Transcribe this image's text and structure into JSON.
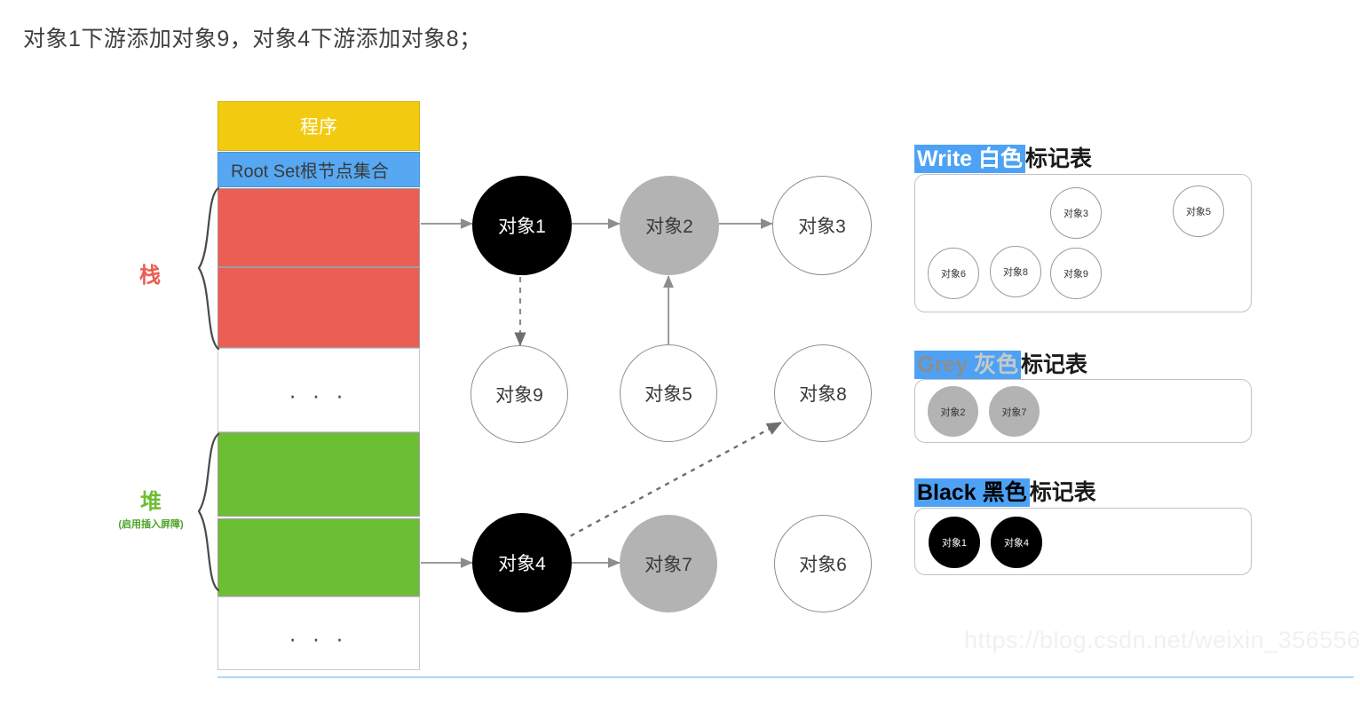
{
  "title": "对象1下游添加对象9，对象4下游添加对象8；",
  "memory_column": {
    "bands": [
      {
        "id": "program",
        "label": "程序",
        "color": "#f2cb11",
        "text_color": "#ffffff"
      },
      {
        "id": "root-set",
        "label": "Root Set根节点集合",
        "color": "#57a8f2",
        "text_color": "#3a3a3a"
      },
      {
        "id": "stack-1",
        "label": "",
        "color": "#ea5e54",
        "text_color": "#ffffff"
      },
      {
        "id": "stack-2",
        "label": "",
        "color": "#ea5e54",
        "text_color": "#ffffff"
      },
      {
        "id": "gap-1",
        "label": ". . .",
        "color": "#ffffff",
        "text_color": "#4a4a4a"
      },
      {
        "id": "heap-1",
        "label": "",
        "color": "#6cbe33",
        "text_color": "#ffffff"
      },
      {
        "id": "heap-2",
        "label": "",
        "color": "#6cbe33",
        "text_color": "#ffffff"
      },
      {
        "id": "gap-2",
        "label": ". . .",
        "color": "#ffffff",
        "text_color": "#4a4a4a"
      }
    ],
    "side_labels": [
      {
        "id": "stack",
        "main": "栈",
        "sub": "",
        "color": "#ea5e54"
      },
      {
        "id": "heap",
        "main": "堆",
        "sub": "(启用插入屏障)",
        "color": "#6cbe33"
      }
    ]
  },
  "graph": {
    "nodes": [
      {
        "id": "obj1",
        "label": "对象1",
        "color": "black"
      },
      {
        "id": "obj2",
        "label": "对象2",
        "color": "grey"
      },
      {
        "id": "obj3",
        "label": "对象3",
        "color": "white"
      },
      {
        "id": "obj9",
        "label": "对象9",
        "color": "white"
      },
      {
        "id": "obj5",
        "label": "对象5",
        "color": "white"
      },
      {
        "id": "obj8",
        "label": "对象8",
        "color": "white"
      },
      {
        "id": "obj4",
        "label": "对象4",
        "color": "black"
      },
      {
        "id": "obj7",
        "label": "对象7",
        "color": "grey"
      },
      {
        "id": "obj6",
        "label": "对象6",
        "color": "white"
      }
    ],
    "edges": [
      {
        "from": "stack-band",
        "to": "obj1",
        "style": "solid"
      },
      {
        "from": "obj1",
        "to": "obj2",
        "style": "solid"
      },
      {
        "from": "obj2",
        "to": "obj3",
        "style": "solid"
      },
      {
        "from": "obj5",
        "to": "obj2",
        "style": "solid"
      },
      {
        "from": "obj1",
        "to": "obj9",
        "style": "dashed"
      },
      {
        "from": "heap-band",
        "to": "obj4",
        "style": "solid"
      },
      {
        "from": "obj4",
        "to": "obj7",
        "style": "solid"
      },
      {
        "from": "obj4",
        "to": "obj8",
        "style": "dashed"
      }
    ]
  },
  "mark_tables": [
    {
      "id": "white-table",
      "header_en": "Write",
      "header_cn": "白色",
      "header_tail": "标记表",
      "items": [
        {
          "label": "对象3",
          "color": "white"
        },
        {
          "label": "对象5",
          "color": "white"
        },
        {
          "label": "对象6",
          "color": "white"
        },
        {
          "label": "对象8",
          "color": "white"
        },
        {
          "label": "对象9",
          "color": "white"
        }
      ]
    },
    {
      "id": "grey-table",
      "header_en": "Grey",
      "header_cn": "灰色",
      "header_tail": "标记表",
      "items": [
        {
          "label": "对象2",
          "color": "grey"
        },
        {
          "label": "对象7",
          "color": "grey"
        }
      ]
    },
    {
      "id": "black-table",
      "header_en": "Black",
      "header_cn": "黑色",
      "header_tail": "标记表",
      "items": [
        {
          "label": "对象1",
          "color": "black"
        },
        {
          "label": "对象4",
          "color": "black"
        }
      ]
    }
  ],
  "watermark": "https://blog.csdn.net/weixin_356556"
}
